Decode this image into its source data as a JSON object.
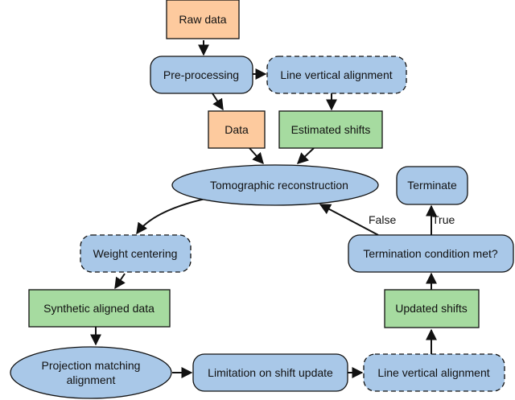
{
  "colors": {
    "data_fill": "#fdca9e",
    "process_fill": "#a9c8e8",
    "result_fill": "#a6dba0",
    "stroke": "#111111"
  },
  "nodes": {
    "raw_data": "Raw data",
    "pre_processing": "Pre-processing",
    "line_vertical_alignment_top": "Line vertical alignment",
    "data": "Data",
    "estimated_shifts": "Estimated shifts",
    "tomographic_reconstruction": "Tomographic reconstruction",
    "terminate": "Terminate",
    "weight_centering": "Weight centering",
    "termination_condition": "Termination condition met?",
    "synthetic_aligned_data": "Synthetic aligned data",
    "updated_shifts": "Updated shifts",
    "projection_matching_line1": "Projection matching",
    "projection_matching_line2": "alignment",
    "limitation_on_shift_update": "Limitation on shift update",
    "line_vertical_alignment_bottom": "Line vertical alignment"
  },
  "edge_labels": {
    "false_label": "False",
    "true_label": "True"
  }
}
